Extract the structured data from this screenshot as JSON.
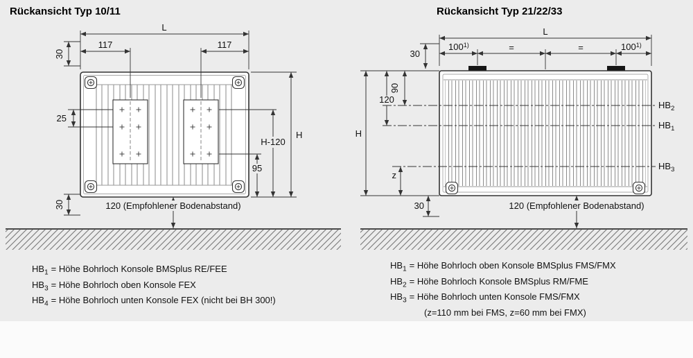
{
  "page": {
    "background": "#ececec",
    "line_color": "#333333",
    "radiator_fill": "#ffffff",
    "tab_color": "#151515"
  },
  "left": {
    "title": "Rückansicht Typ 10/11",
    "dims": {
      "length": "L",
      "hole_offset_left": "117",
      "hole_offset_right": "117",
      "top_offset": "30",
      "plate_hole_pitch": "25",
      "height": "H",
      "height_minus_120": "H-120",
      "lower_hole": "95",
      "bottom_offset": "30",
      "floor_clearance": "120 (Empfohlener Bodenabstand)"
    },
    "legend": [
      {
        "prefix": "HB",
        "sub": "1",
        "text": "= Höhe Bohrloch Konsole BMSplus RE/FEE"
      },
      {
        "prefix": "HB",
        "sub": "3",
        "text": "= Höhe Bohrloch oben Konsole FEX"
      },
      {
        "prefix": "HB",
        "sub": "4",
        "text": "= Höhe Bohrloch unten Konsole FEX (nicht bei BH 300!)"
      }
    ]
  },
  "right": {
    "title": "Rückansicht Typ 21/22/33",
    "dims": {
      "length": "L",
      "top_offset": "30",
      "tab_offset_left": "100",
      "tab_offset_left_note": "1)",
      "equal_left": "=",
      "equal_right": "=",
      "tab_offset_right": "100",
      "tab_offset_right_note": "1)",
      "hole_90": "90",
      "hole_120": "120",
      "height": "H",
      "z": "z",
      "bottom_offset": "30",
      "floor_clearance": "120 (Empfohlener Bodenabstand)"
    },
    "hb_markers": [
      {
        "prefix": "HB",
        "sub": "2"
      },
      {
        "prefix": "HB",
        "sub": "1"
      },
      {
        "prefix": "HB",
        "sub": "3"
      }
    ],
    "legend": [
      {
        "prefix": "HB",
        "sub": "1",
        "text": "= Höhe Bohrloch oben Konsole BMSplus FMS/FMX"
      },
      {
        "prefix": "HB",
        "sub": "2",
        "text": "= Höhe Bohrloch Konsole BMSplus RM/FME"
      },
      {
        "prefix": "HB",
        "sub": "3",
        "text": "= Höhe Bohrloch unten Konsole FMS/FMX"
      },
      {
        "prefix": "",
        "sub": "",
        "text": "(z=110 mm bei FMS, z=60 mm bei FMX)"
      }
    ]
  }
}
